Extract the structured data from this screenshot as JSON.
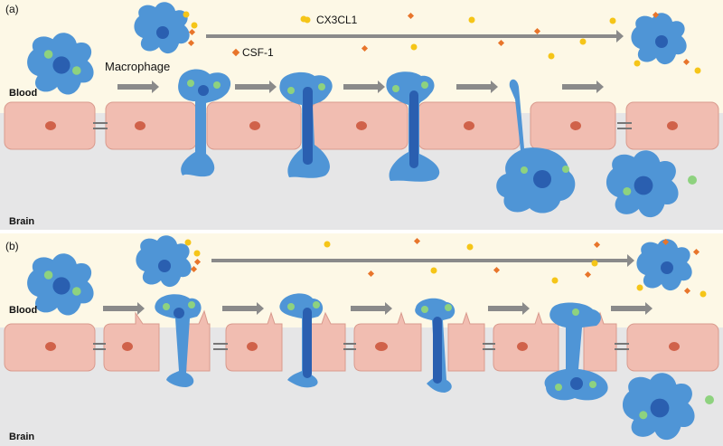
{
  "panels": [
    {
      "label": "(a)",
      "blood": "Blood",
      "brain": "Brain"
    },
    {
      "label": "(b)",
      "blood": "Blood",
      "brain": "Brain"
    }
  ],
  "legend": {
    "chemokine": "CX3CL1",
    "growth_factor": "CSF-1",
    "cell": "Macrophage"
  },
  "colors": {
    "blood_bg": "#fdf8e6",
    "brain_bg": "#e6e6e7",
    "endothelium": "#f1bdb1",
    "endothelium_edge": "#d99a8d",
    "endo_nucleus": "#d0624a",
    "macrophage": "#4f95d6",
    "macrophage_nucleus": "#2a5fb0",
    "granule": "#8ed27f",
    "cx3cl1_dot": "#f5c518",
    "csf1_diamond": "#e8752b",
    "arrow": "#8a8a8a"
  }
}
